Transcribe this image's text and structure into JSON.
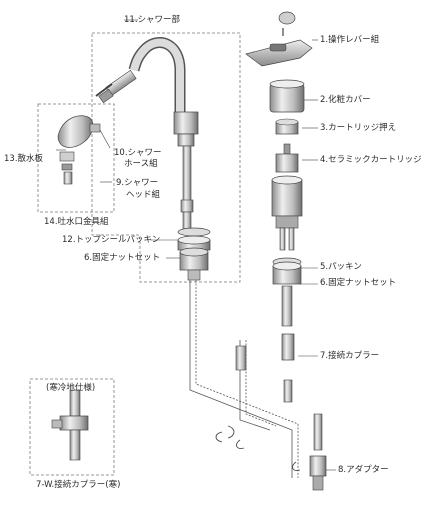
{
  "parts": {
    "p11": "11.シャワー部",
    "p1": "1.操作レバー組",
    "p2": "2.化粧カバー",
    "p3": "3.カートリッジ押え",
    "p4": "4.セラミックカートリッジ",
    "p13": "13.散水板",
    "p10a": "10.シャワー",
    "p10b": "ホース組",
    "p9a": "9.シャワー",
    "p9b": "ヘッド組",
    "p14": "14.吐水口金具組",
    "p12": "12.トップシールパッキン",
    "p6a": "6.固定ナットセット",
    "p5": "5.パッキン",
    "p6b": "6.固定ナットセット",
    "p7": "7.接続カプラー",
    "p8": "8.アダプター"
  },
  "cold_region": {
    "title": "(寒冷地仕様)",
    "part": "7-W.接続カプラー(寒)"
  },
  "colors": {
    "line": "#3a3a3a",
    "part_fill": "#d9d9d9",
    "part_dark": "#8a8a8a",
    "box": "#7a7a7a"
  }
}
